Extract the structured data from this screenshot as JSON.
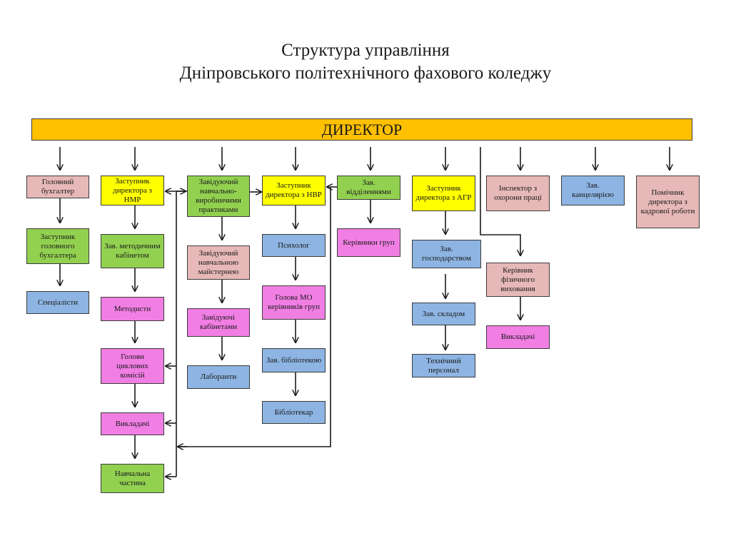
{
  "title": {
    "line1": "Структура управління",
    "line2": "Дніпровського політехнічного фахового коледжу"
  },
  "director": "ДИРЕКТОР",
  "colors": {
    "director": "#ffc000",
    "pink": "#e6b8b7",
    "yellow": "#ffff00",
    "green": "#92d050",
    "blue": "#8db4e2",
    "magenta": "#f07ee3"
  },
  "columns": {
    "accounting": {
      "head": "Головний бухгалтер",
      "deputy": "Заступник головного бухгалтера",
      "specialists": "Спеціалісти"
    },
    "nmr": {
      "head": "Заступник директора з НМР",
      "methodical_cabinet": "Зав. методичним кабінетом",
      "methodists": "Методисти",
      "cycle_commissions": "Голови циклових комісій",
      "teachers": "Викладачі",
      "academic_unit": "Навчальна частина"
    },
    "practice": {
      "head": "Завідуючий навчально-виробничими практиками",
      "workshop": "Завідуючий навчальною майстернею",
      "cabinets": "Завідуючі кабінетами",
      "lab_assistants": "Лаборанти"
    },
    "nvr": {
      "head": "Заступник директора з НВР",
      "psychologist": "Психолог",
      "mo_head": "Голова МО керівників груп",
      "library_head": "Зав. бібліотекою",
      "librarian": "Бібліотекар"
    },
    "departments": {
      "head": "Зав. відділеннями",
      "group_leaders": "Керівники груп"
    },
    "agr": {
      "head": "Заступник директора з АГР",
      "household": "Зав. господарством",
      "warehouse": "Зав. складом",
      "technical_staff": "Технічний персонал"
    },
    "safety": {
      "head": "Інспектор з охорони праці",
      "pe_head": "Керівник фізичного виховання",
      "pe_teachers": "Викладачі"
    },
    "office": {
      "head": "Зав. канцелярією"
    },
    "hr": {
      "head": "Помічник директора з кадрової роботи"
    }
  }
}
